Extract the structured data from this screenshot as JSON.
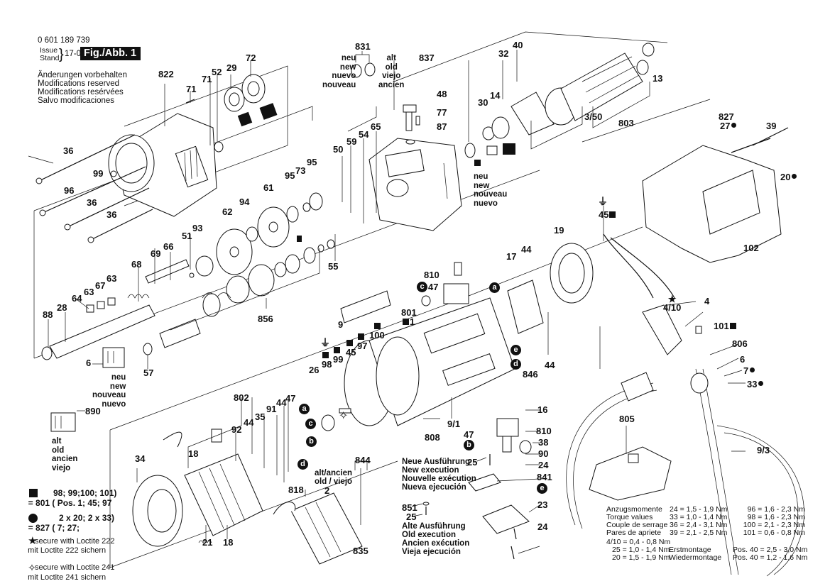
{
  "header": {
    "part_number": "0 601 189 739",
    "issue_label": "Issue",
    "stand_label": "Stand",
    "issue_date": "17-06-07",
    "figure_label": "Fig./Abb. 1",
    "modifications": [
      "Änderungen vorbehalten",
      "Modifications reserved",
      "Modifications resérvées",
      "Salvo modificaciones"
    ]
  },
  "variant_notes": {
    "seal_new": "neu\nnew\nnuevo\nnouveau",
    "seal_old": "alt\nold\nviejo\nancien",
    "bearing_new": "neu\nnew\nnouveau\nnuevo",
    "brush_new": "neu\nnew\nnouveau\nnuevo",
    "brush_old": "alt\nold\nancien\nviejo",
    "stator_old_1": "alt/ancien",
    "stator_old_2": "old / viejo",
    "new_execution": [
      "Neue Ausführung",
      "New execution",
      "Nouvelle exécution",
      "Nueva ejecución"
    ],
    "old_execution": [
      "Alte Ausführung",
      "Old execution",
      "Ancien exécution",
      "Vieja ejecución"
    ]
  },
  "legend": {
    "square_text_1": "= 801 ( Pos. 1; 45; 97",
    "square_text_2": "98; 99;100; 101)",
    "dot_text_1": "= 827 ( 7; 27;",
    "dot_text_2": "2 x 20; 2 x 33)",
    "star_text_1": "mit Loctite 222 sichern",
    "star_text_2": "secure with Loctite 222",
    "diamond_text_1": "mit Loctite 241 sichern",
    "diamond_text_2": "secure with Loctite 241"
  },
  "torque": {
    "titles": [
      "Anzugsmomente",
      "Torque values",
      "Couple de serrage",
      "Pares de apriete"
    ],
    "col1": [
      "24 = 1,5 - 1,9 Nm",
      "33 = 1,0 - 1,4 Nm",
      "36 = 2,4 - 3,1 Nm",
      "39 = 2,1 - 2,5 Nm"
    ],
    "col2": [
      "96 = 1,6 - 2,3 Nm",
      "98 = 1,6 - 2,3 Nm",
      "100 = 2,1 - 2,3 Nm",
      "101 = 0,6 - 0,8 Nm"
    ],
    "extra": [
      "4/10 = 0,4 - 0,8 Nm",
      "25 = 1,0 - 1,4 Nm",
      "20 = 1,5 - 1,9 Nm"
    ],
    "assembly": [
      "Erstmontage",
      "Wiedermontage"
    ],
    "assembly_values": [
      "Pos. 40 = 2,5 - 3,0 Nm",
      "Pos. 40 = 1,2 - 1,6 Nm"
    ]
  },
  "connector_letters": [
    "a",
    "b",
    "c",
    "d",
    "e"
  ],
  "parts": [
    {
      "id": "p822",
      "label": "822"
    },
    {
      "id": "p71a",
      "label": "71"
    },
    {
      "id": "p71b",
      "label": "71"
    },
    {
      "id": "p52",
      "label": "52"
    },
    {
      "id": "p29",
      "label": "29"
    },
    {
      "id": "p72",
      "label": "72"
    },
    {
      "id": "p831",
      "label": "831"
    },
    {
      "id": "p837",
      "label": "837"
    },
    {
      "id": "p32",
      "label": "32"
    },
    {
      "id": "p40",
      "label": "40"
    },
    {
      "id": "p13",
      "label": "13"
    },
    {
      "id": "p48",
      "label": "48"
    },
    {
      "id": "p77",
      "label": "77"
    },
    {
      "id": "p87",
      "label": "87"
    },
    {
      "id": "p30",
      "label": "30"
    },
    {
      "id": "p14",
      "label": "14"
    },
    {
      "id": "p350",
      "label": "3/50"
    },
    {
      "id": "p803",
      "label": "803"
    },
    {
      "id": "p827",
      "label": "827"
    },
    {
      "id": "p27",
      "label": "27"
    },
    {
      "id": "p39",
      "label": "39"
    },
    {
      "id": "p20",
      "label": "20"
    },
    {
      "id": "p36a",
      "label": "36"
    },
    {
      "id": "p99a",
      "label": "99"
    },
    {
      "id": "p96",
      "label": "96"
    },
    {
      "id": "p36b",
      "label": "36"
    },
    {
      "id": "p36c",
      "label": "36"
    },
    {
      "id": "p50",
      "label": "50"
    },
    {
      "id": "p59",
      "label": "59"
    },
    {
      "id": "p54",
      "label": "54"
    },
    {
      "id": "p65",
      "label": "65"
    },
    {
      "id": "p95a",
      "label": "95"
    },
    {
      "id": "p73",
      "label": "73"
    },
    {
      "id": "p95b",
      "label": "95"
    },
    {
      "id": "p61",
      "label": "61"
    },
    {
      "id": "p94",
      "label": "94"
    },
    {
      "id": "p62",
      "label": "62"
    },
    {
      "id": "p93",
      "label": "93"
    },
    {
      "id": "p51",
      "label": "51"
    },
    {
      "id": "p66",
      "label": "66"
    },
    {
      "id": "p69",
      "label": "69"
    },
    {
      "id": "p68",
      "label": "68"
    },
    {
      "id": "p63a",
      "label": "63"
    },
    {
      "id": "p67",
      "label": "67"
    },
    {
      "id": "p63b",
      "label": "63"
    },
    {
      "id": "p64",
      "label": "64"
    },
    {
      "id": "p28",
      "label": "28"
    },
    {
      "id": "p88",
      "label": "88"
    },
    {
      "id": "p55",
      "label": "55"
    },
    {
      "id": "p856",
      "label": "856"
    },
    {
      "id": "p57",
      "label": "57"
    },
    {
      "id": "p6a",
      "label": "6"
    },
    {
      "id": "p890",
      "label": "890"
    },
    {
      "id": "p45a",
      "label": "45"
    },
    {
      "id": "p19",
      "label": "19"
    },
    {
      "id": "p102",
      "label": "102"
    },
    {
      "id": "p17",
      "label": "17"
    },
    {
      "id": "p44a",
      "label": "44"
    },
    {
      "id": "p810a",
      "label": "810"
    },
    {
      "id": "p47a",
      "label": "47"
    },
    {
      "id": "p9",
      "label": "9"
    },
    {
      "id": "p801",
      "label": "801"
    },
    {
      "id": "p1",
      "label": "1"
    },
    {
      "id": "p100",
      "label": "100"
    },
    {
      "id": "p97",
      "label": "97"
    },
    {
      "id": "p45b",
      "label": "45"
    },
    {
      "id": "p99b",
      "label": "99"
    },
    {
      "id": "p98",
      "label": "98"
    },
    {
      "id": "p26",
      "label": "26"
    },
    {
      "id": "p846",
      "label": "846"
    },
    {
      "id": "p44b",
      "label": "44"
    },
    {
      "id": "p4",
      "label": "4"
    },
    {
      "id": "p410",
      "label": "4/10"
    },
    {
      "id": "p101",
      "label": "101"
    },
    {
      "id": "p806",
      "label": "806"
    },
    {
      "id": "p6b",
      "label": "6"
    },
    {
      "id": "p7",
      "label": "7"
    },
    {
      "id": "p33",
      "label": "33"
    },
    {
      "id": "p802",
      "label": "802"
    },
    {
      "id": "p47b",
      "label": "47"
    },
    {
      "id": "p44c",
      "label": "44"
    },
    {
      "id": "p91",
      "label": "91"
    },
    {
      "id": "p35",
      "label": "35"
    },
    {
      "id": "p44d",
      "label": "44"
    },
    {
      "id": "p92",
      "label": "92"
    },
    {
      "id": "p18a",
      "label": "18"
    },
    {
      "id": "p34",
      "label": "34"
    },
    {
      "id": "p818",
      "label": "818"
    },
    {
      "id": "p21",
      "label": "21"
    },
    {
      "id": "p18b",
      "label": "18"
    },
    {
      "id": "p844",
      "label": "844"
    },
    {
      "id": "p2",
      "label": "2"
    },
    {
      "id": "p835",
      "label": "835"
    },
    {
      "id": "p91b",
      "label": "9/1"
    },
    {
      "id": "p808",
      "label": "808"
    },
    {
      "id": "p16",
      "label": "16"
    },
    {
      "id": "p47c",
      "label": "47"
    },
    {
      "id": "p810b",
      "label": "810"
    },
    {
      "id": "p38",
      "label": "38"
    },
    {
      "id": "p90",
      "label": "90"
    },
    {
      "id": "p25a",
      "label": "25"
    },
    {
      "id": "p24a",
      "label": "24"
    },
    {
      "id": "p841",
      "label": "841"
    },
    {
      "id": "p851",
      "label": "851"
    },
    {
      "id": "p25b",
      "label": "25"
    },
    {
      "id": "p23",
      "label": "23"
    },
    {
      "id": "p24b",
      "label": "24"
    },
    {
      "id": "p805",
      "label": "805"
    },
    {
      "id": "p93c",
      "label": "9/3"
    }
  ]
}
